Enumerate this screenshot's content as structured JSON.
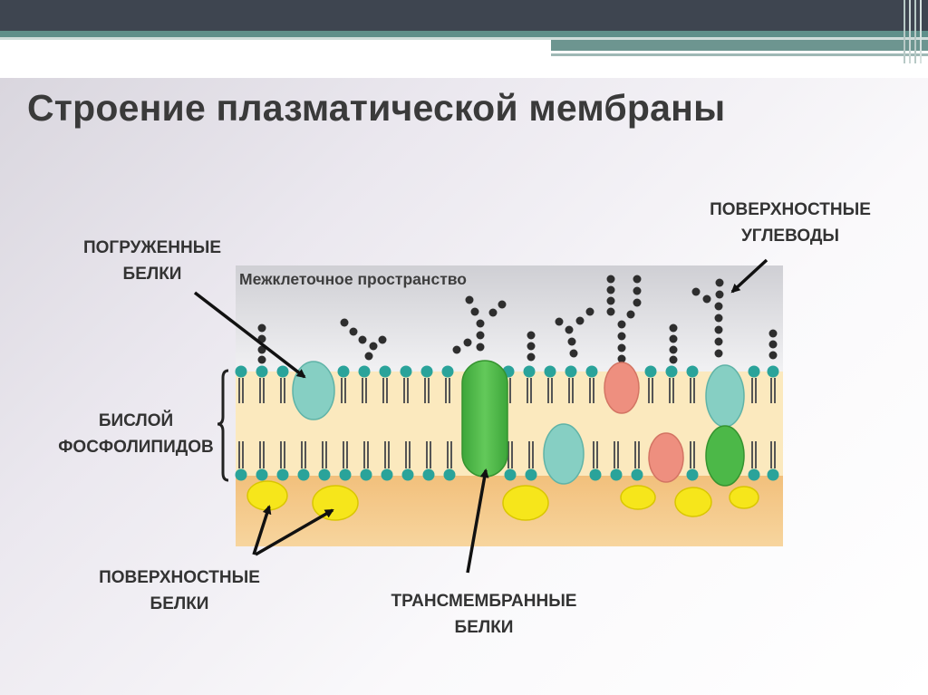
{
  "slide": {
    "title": "Строение плазматической мембраны"
  },
  "diagram": {
    "extracellular_space": "Межклеточное пространство",
    "labels": {
      "immersed_proteins": [
        "ПОГРУЖЕННЫЕ",
        "БЕЛКИ"
      ],
      "surface_carbohydrates": [
        "ПОВЕРХНОСТНЫЕ",
        "УГЛЕВОДЫ"
      ],
      "phospholipid_bilayer": [
        "БИСЛОЙ",
        "ФОСФОЛИПИДОВ"
      ],
      "surface_proteins": [
        "ПОВЕРХНОСТНЫЕ",
        "БЕЛКИ"
      ],
      "transmembrane_proteins": [
        "ТРАНСМЕМБРАННЫЕ",
        "БЕЛКИ"
      ]
    },
    "colors": {
      "lipid_head": "#2aa39a",
      "immersed_protein": "#86cfc3",
      "transmembrane_protein": "#4cb848",
      "pink_protein": "#ee8f7f",
      "surface_protein": "#f6e61b",
      "carbohydrate": "#2e2e2e",
      "membrane_fill": "#fbe9be",
      "cytoplasm_fill": "#f2c07c"
    }
  }
}
